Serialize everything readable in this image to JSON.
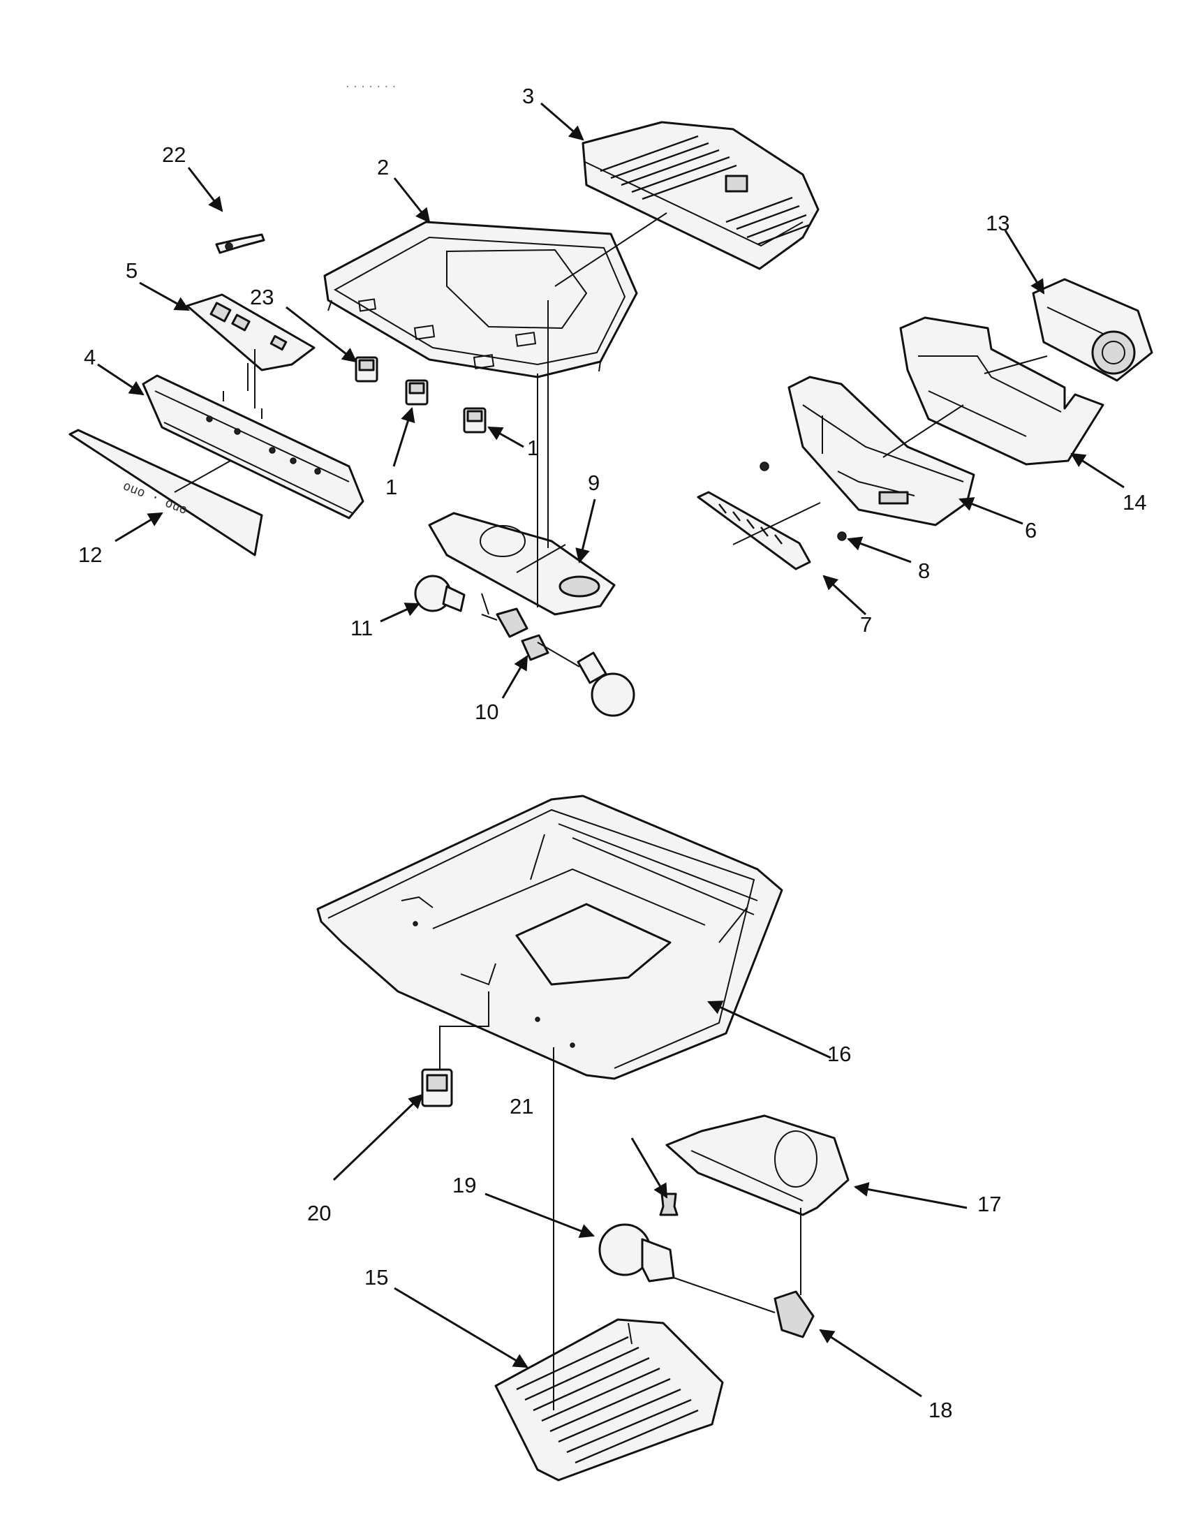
{
  "header_text": ". . . . . . .",
  "strip_label": "ouo · ouo",
  "callouts": {
    "c1a": "1",
    "c1b": "1",
    "c2": "2",
    "c3": "3",
    "c4": "4",
    "c5": "5",
    "c6": "6",
    "c7": "7",
    "c8": "8",
    "c9": "9",
    "c10": "10",
    "c11": "11",
    "c12": "12",
    "c13": "13",
    "c14": "14",
    "c15": "15",
    "c16": "16",
    "c17": "17",
    "c18": "18",
    "c19": "19",
    "c20": "20",
    "c21": "21",
    "c22": "22",
    "c23": "23"
  },
  "colors": {
    "ink": "#111111",
    "part_fill": "#f4f4f4",
    "paper": "#ffffff"
  }
}
